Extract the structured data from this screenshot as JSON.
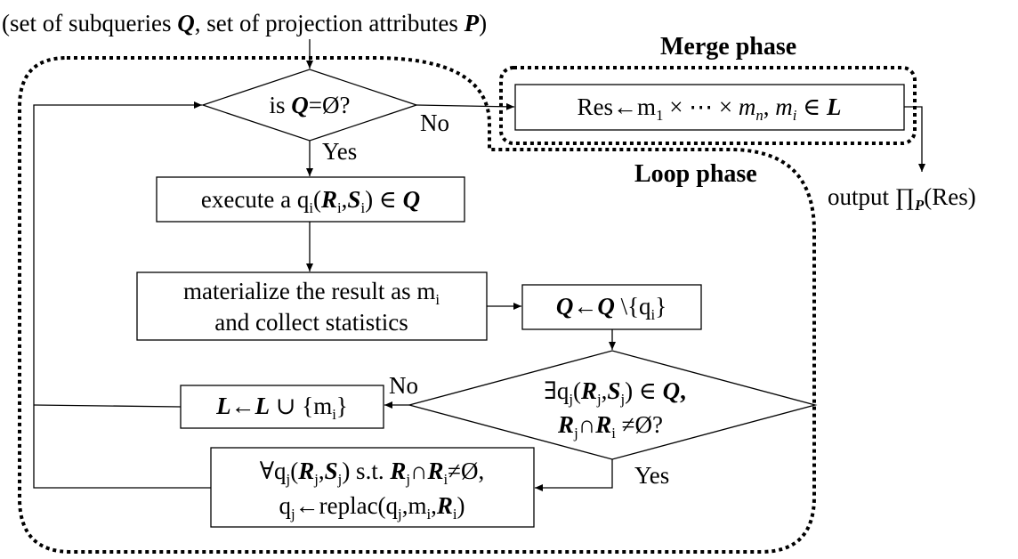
{
  "input": {
    "p1": "(set of subqueries ",
    "Q": "Q",
    "p2": ", set of projection attributes ",
    "P": "P",
    "p3": ")"
  },
  "phases": {
    "merge": "Merge phase",
    "loop": "Loop phase"
  },
  "decision_empty": {
    "pre": "is ",
    "Q": "Q",
    "post": "=Ø?",
    "no": "No",
    "yes": "Yes"
  },
  "merge_box": {
    "res": "Res←m",
    "one": "1",
    "mid": " × ⋯ × ",
    "m": "m",
    "n": "n",
    "comma": ", ",
    "mi": "m",
    "i": "i",
    "in": " ∈ ",
    "L": "L"
  },
  "output": {
    "text": "output ",
    "prod": "∏",
    "P": "P",
    "res": "(Res)"
  },
  "execute_box": {
    "pre": "execute a q",
    "i": "i",
    "open": "(",
    "R": "R",
    "comma": ",",
    "S": "S",
    "close": ") ∈ ",
    "Q": "Q"
  },
  "materialize_box": {
    "line1": "materialize the result as m",
    "i": "i",
    "line2": "and collect statistics"
  },
  "remove_box": {
    "Q1": "Q",
    "arrow": "←",
    "Q2": "Q",
    "rest": " \\{q",
    "i": "i",
    "close": "}"
  },
  "decision_overlap": {
    "exists": "∃q",
    "j": "j",
    "open": "(",
    "R": "R",
    "comma": ",",
    "S": "S",
    "close": ") ∈ ",
    "Q": "Q",
    "tail": ",",
    "cap": "∩",
    "neq": " ≠Ø?",
    "no": "No",
    "yes": "Yes"
  },
  "union_box": {
    "L1": "L",
    "arrow": "←",
    "L2": "L",
    "rest": " ∪ {m",
    "i": "i",
    "close": "}"
  },
  "replace_box": {
    "forall": "∀q",
    "j": "j",
    "open": "(",
    "R": "R",
    "comma": ",",
    "S": "S",
    "st": ") s.t. ",
    "cap": "∩",
    "neq": "≠Ø,",
    "line2a": "q",
    "line2b": "←replac(q",
    "line2c": ",m",
    "line2d": ",",
    "line2e": ")"
  }
}
